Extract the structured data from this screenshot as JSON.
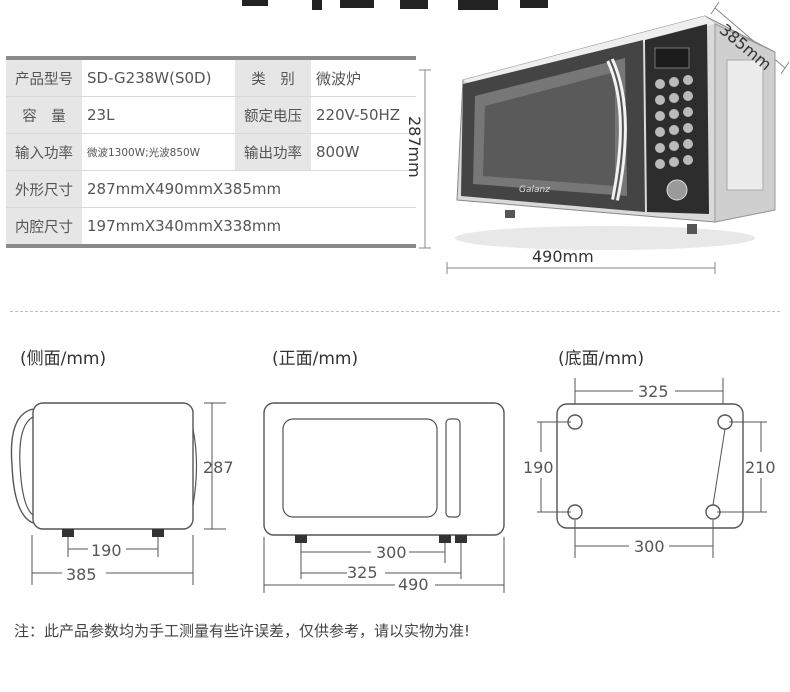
{
  "specs": {
    "rows": [
      {
        "l1": "产品型号",
        "v1": "SD-G238W(S0D)",
        "l2": "类　别",
        "v2": "微波炉"
      },
      {
        "l1": "容　量",
        "v1": "23L",
        "l2": "额定电压",
        "v2": "220V-50HZ"
      },
      {
        "l1": "输入功率",
        "v1": "微波1300W;光波850W",
        "l2": "输出功率",
        "v2": "800W"
      },
      {
        "l1": "外形尺寸",
        "v1": "287mmX490mmX385mm"
      },
      {
        "l1": "内腔尺寸",
        "v1": "197mmX340mmX338mm"
      }
    ]
  },
  "product": {
    "brand": "Galanz",
    "depth_label": "385mm",
    "height_label": "287mm",
    "width_label": "490mm"
  },
  "views": {
    "side": {
      "title": "(侧面/mm)",
      "height": "287",
      "feet": "190",
      "depth": "385"
    },
    "front": {
      "title": "(正面/mm)",
      "feet_inner": "300",
      "feet_outer": "325",
      "width": "490"
    },
    "bottom": {
      "title": "(底面/mm)",
      "top": "325",
      "left": "190",
      "right": "210",
      "bottom": "300"
    }
  },
  "note": "注：此产品参数均为手工测量有些许误差，仅供参考，请以实物为准!"
}
